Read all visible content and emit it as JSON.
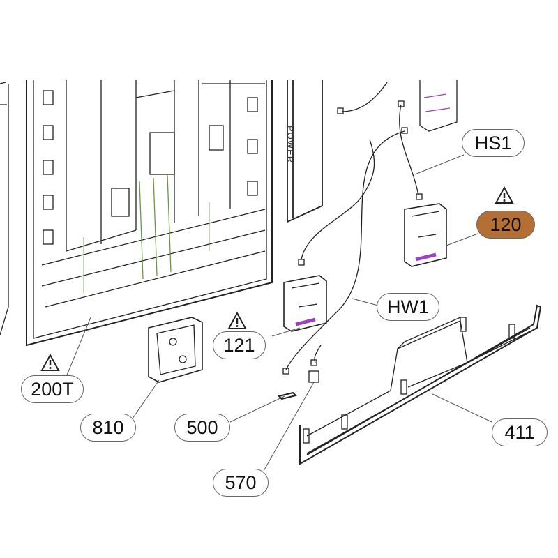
{
  "diagram": {
    "board_text": "POWER",
    "callouts": [
      {
        "id": "HS1",
        "label": "HS1",
        "highlighted": false
      },
      {
        "id": "120",
        "label": "120",
        "highlighted": true,
        "warning": true
      },
      {
        "id": "HW1",
        "label": "HW1",
        "highlighted": false
      },
      {
        "id": "121",
        "label": "121",
        "highlighted": false,
        "warning": true
      },
      {
        "id": "200T",
        "label": "200T",
        "highlighted": false,
        "warning": true
      },
      {
        "id": "810",
        "label": "810",
        "highlighted": false
      },
      {
        "id": "500",
        "label": "500",
        "highlighted": false
      },
      {
        "id": "411",
        "label": "411",
        "highlighted": false
      },
      {
        "id": "570",
        "label": "570",
        "highlighted": false
      }
    ],
    "highlight_color": "#b36f34",
    "accent_purple": "#a040c0",
    "accent_green": "#6a9a40"
  }
}
